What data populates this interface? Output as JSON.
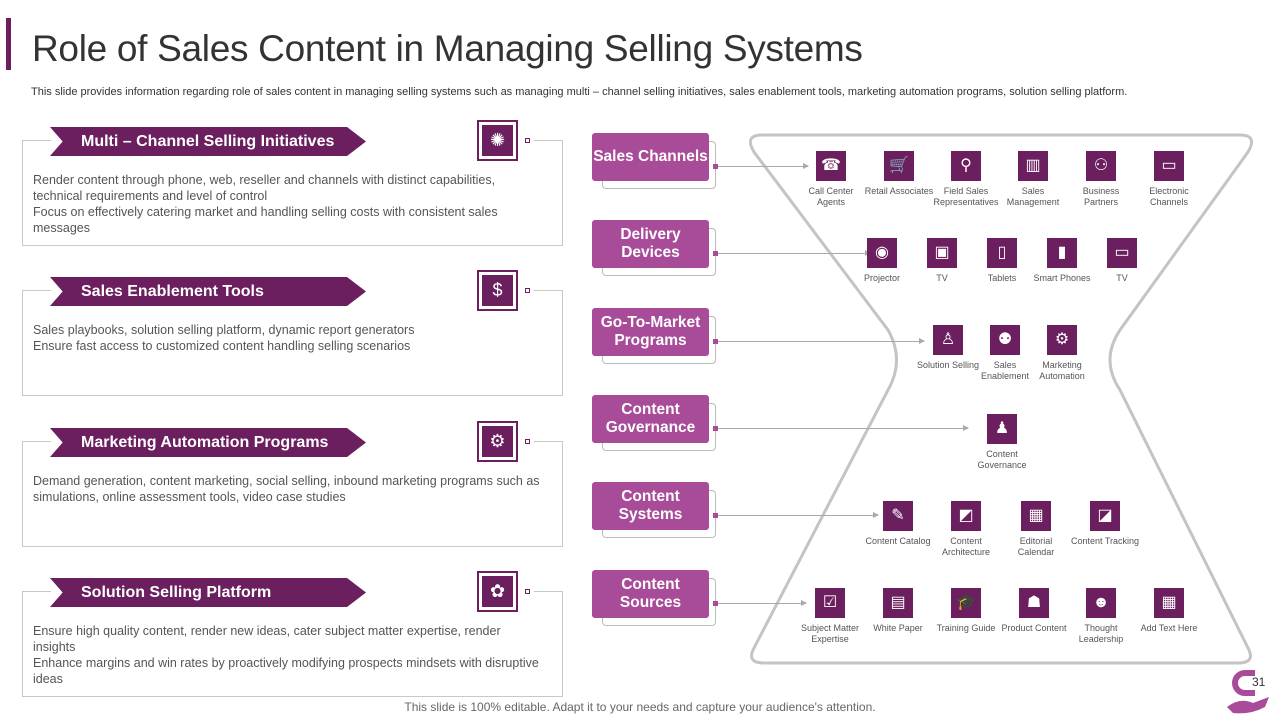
{
  "title": "Role of Sales Content in Managing Selling Systems",
  "subtitle": "This slide provides information regarding role of sales content in managing selling systems such as managing multi – channel selling initiatives, sales enablement tools, marketing automation programs, solution selling platform.",
  "sections": [
    {
      "title": "Multi – Channel Selling Initiatives",
      "icon": "network-person-icon",
      "glyph": "✺",
      "lines": [
        "Render content through phone, web, reseller and channels with distinct capabilities, technical requirements and level of control",
        "Focus on effectively catering market and handling selling costs with consistent sales messages"
      ]
    },
    {
      "title": "Sales Enablement Tools",
      "icon": "money-chart-icon",
      "glyph": "$",
      "lines": [
        "Sales playbooks, solution selling platform, dynamic report generators",
        "Ensure fast access to customized content handling selling scenarios"
      ]
    },
    {
      "title": "Marketing Automation Programs",
      "icon": "monitor-gear-icon",
      "glyph": "⚙",
      "lines": [
        "Demand generation, content marketing, social selling, inbound marketing programs such as simulations, online assessment tools, video case studies"
      ]
    },
    {
      "title": "Solution Selling Platform",
      "icon": "hands-gear-icon",
      "glyph": "✿",
      "lines": [
        "Ensure high quality content, render new ideas, cater subject matter expertise, render insights",
        "Enhance margins and win rates by proactively modifying prospects mindsets with disruptive ideas"
      ]
    }
  ],
  "categories": [
    "Sales Channels",
    "Delivery Devices",
    "Go-To-Market Programs",
    "Content Governance",
    "Content Systems",
    "Content Sources"
  ],
  "rows": [
    [
      {
        "label": "Call Center Agents",
        "icon": "headset-agent-icon",
        "g": "☎"
      },
      {
        "label": "Retail Associates",
        "icon": "shopping-cart-icon",
        "g": "🛒"
      },
      {
        "label": "Field Sales Representatives",
        "icon": "people-network-icon",
        "g": "⚲"
      },
      {
        "label": "Sales Management",
        "icon": "presentation-icon",
        "g": "▥"
      },
      {
        "label": "Business Partners",
        "icon": "people-group-icon",
        "g": "⚇"
      },
      {
        "label": "Electronic Channels",
        "icon": "monitor-icon",
        "g": "▭"
      }
    ],
    [
      {
        "label": "Projector",
        "icon": "projector-icon",
        "g": "◉"
      },
      {
        "label": "TV",
        "icon": "tv-icon",
        "g": "▣"
      },
      {
        "label": "Tablets",
        "icon": "tablet-icon",
        "g": "▯"
      },
      {
        "label": "Smart Phones",
        "icon": "smartphone-icon",
        "g": "▮"
      },
      {
        "label": "TV",
        "icon": "tv-monitor-icon",
        "g": "▭"
      }
    ],
    [
      {
        "label": "Solution Selling",
        "icon": "person-chart-icon",
        "g": "♙"
      },
      {
        "label": "Sales Enablement",
        "icon": "team-icon",
        "g": "⚉"
      },
      {
        "label": "Marketing Automation",
        "icon": "board-gear-icon",
        "g": "⚙"
      }
    ],
    [
      {
        "label": "Content Governance",
        "icon": "person-check-icon",
        "g": "♟"
      }
    ],
    [
      {
        "label": "Content Catalog",
        "icon": "catalog-icon",
        "g": "✎"
      },
      {
        "label": "Content Architecture",
        "icon": "blueprint-icon",
        "g": "◩"
      },
      {
        "label": "Editorial Calendar",
        "icon": "calendar-icon",
        "g": "▦"
      },
      {
        "label": "Content Tracking",
        "icon": "tracking-chart-icon",
        "g": "◪"
      }
    ],
    [
      {
        "label": "Subject Matter Expertise",
        "icon": "clipboard-icon",
        "g": "☑"
      },
      {
        "label": "White Paper",
        "icon": "document-icon",
        "g": "▤"
      },
      {
        "label": "Training Guide",
        "icon": "graduation-cap-icon",
        "g": "🎓"
      },
      {
        "label": "Product Content",
        "icon": "hand-box-icon",
        "g": "☗"
      },
      {
        "label": "Thought Leadership",
        "icon": "head-gear-icon",
        "g": "☻"
      },
      {
        "label": "Add Text Here",
        "icon": "calculator-icon",
        "g": "▦"
      }
    ]
  ],
  "footer": "This slide is 100% editable. Adapt it to your needs and capture your audience's attention.",
  "page_number": "31",
  "colors": {
    "dark_purple": "#6b1f5e",
    "light_purple": "#a84c99"
  }
}
